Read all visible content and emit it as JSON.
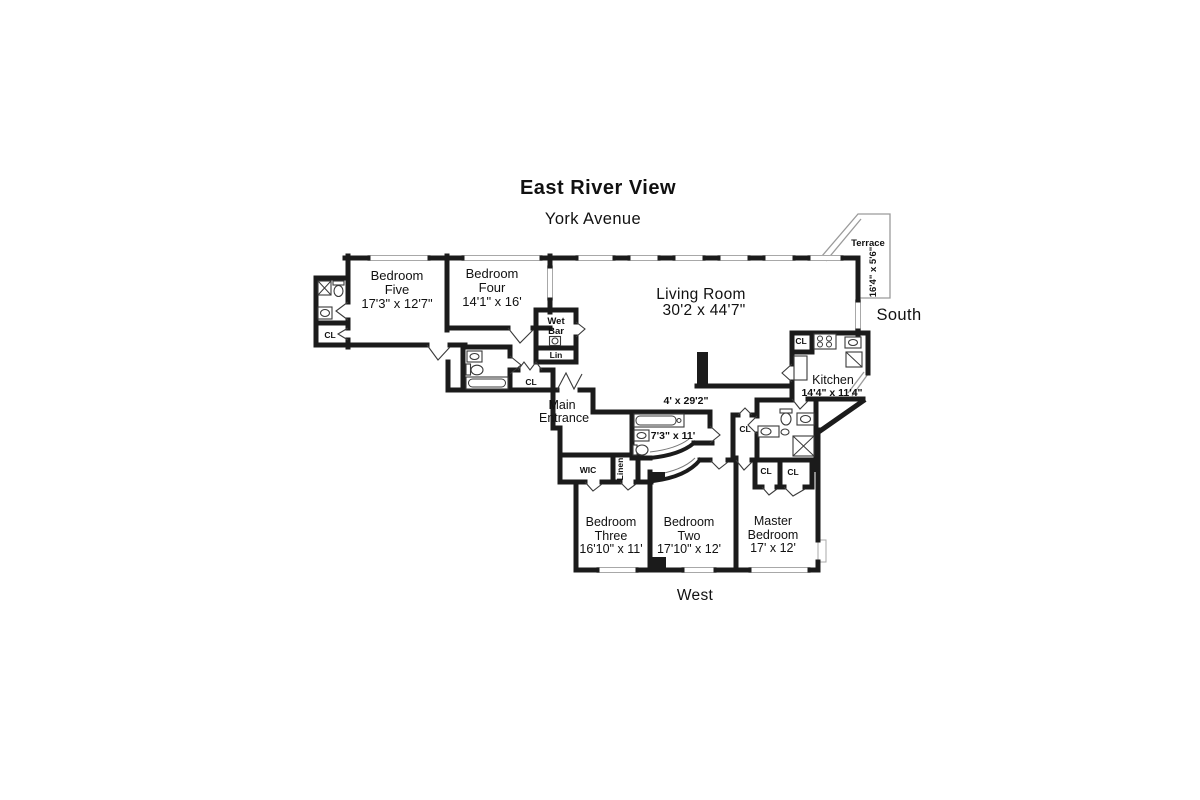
{
  "title": "East River View",
  "compass": {
    "top": "York Avenue",
    "right": "South",
    "bottom": "West"
  },
  "rooms": {
    "living_room": {
      "name": "Living Room",
      "dims": "30'2 x 44'7\""
    },
    "bedroom_five": {
      "line1": "Bedroom",
      "line2": "Five",
      "dims": "17'3\" x 12'7\""
    },
    "bedroom_four": {
      "line1": "Bedroom",
      "line2": "Four",
      "dims": "14'1\" x 16'"
    },
    "bedroom_three": {
      "line1": "Bedroom",
      "line2": "Three",
      "dims": "16'10\" x 11'"
    },
    "bedroom_two": {
      "line1": "Bedroom",
      "line2": "Two",
      "dims": "17'10\" x 12'"
    },
    "master_bedroom": {
      "line1": "Master",
      "line2": "Bedroom",
      "dims": "17' x 12'"
    },
    "kitchen": {
      "name": "Kitchen",
      "dims": "14'4\" x 11'4\""
    },
    "terrace": {
      "name": "Terrace",
      "dims": "16'4\" x 5'6\""
    },
    "gallery": {
      "dims": "4' x 29'2\""
    },
    "hall_bath": {
      "dims": "7'3\" x 11'"
    },
    "main_entrance": {
      "line1": "Main",
      "line2": "Entrance"
    },
    "wet_bar": {
      "line1": "Wet",
      "line2": "Bar"
    },
    "closet_label": "CL",
    "linen_short_label": "Lin",
    "linen_label": "Linen",
    "wic_label": "WIC"
  },
  "colors": {
    "background": "#ffffff",
    "wall": "#1b1b1b",
    "window": "#a8a8a8",
    "fixture": "#3a3a3a",
    "text": "#111111"
  }
}
